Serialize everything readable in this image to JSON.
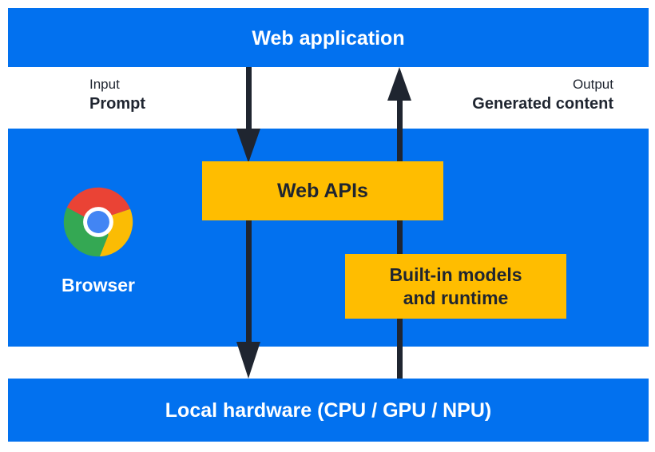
{
  "top_bar": {
    "label": "Web application"
  },
  "flow_labels": {
    "input": {
      "title": "Input",
      "value": "Prompt"
    },
    "output": {
      "title": "Output",
      "value": "Generated content"
    }
  },
  "browser_section": {
    "icon": "chrome-icon",
    "label": "Browser",
    "web_apis_box": {
      "label": "Web APIs"
    },
    "builtin_box": {
      "line1": "Built-in models",
      "line2": "and runtime"
    }
  },
  "bottom_bar": {
    "label": "Local hardware (CPU / GPU / NPU)"
  },
  "arrows": {
    "down_flow": "prompt-from-web-application-to-local-hardware",
    "up_flow": "generated-content-from-local-hardware-to-web-application"
  },
  "colors": {
    "band_blue": "#0271EF",
    "box_yellow": "#FFBD00",
    "arrow_dark": "#1F2530",
    "text_on_blue": "#FFFFFF",
    "chrome_red": "#EA4335",
    "chrome_green": "#34A853",
    "chrome_yellow": "#FBBC04",
    "chrome_blue": "#4285F4"
  }
}
